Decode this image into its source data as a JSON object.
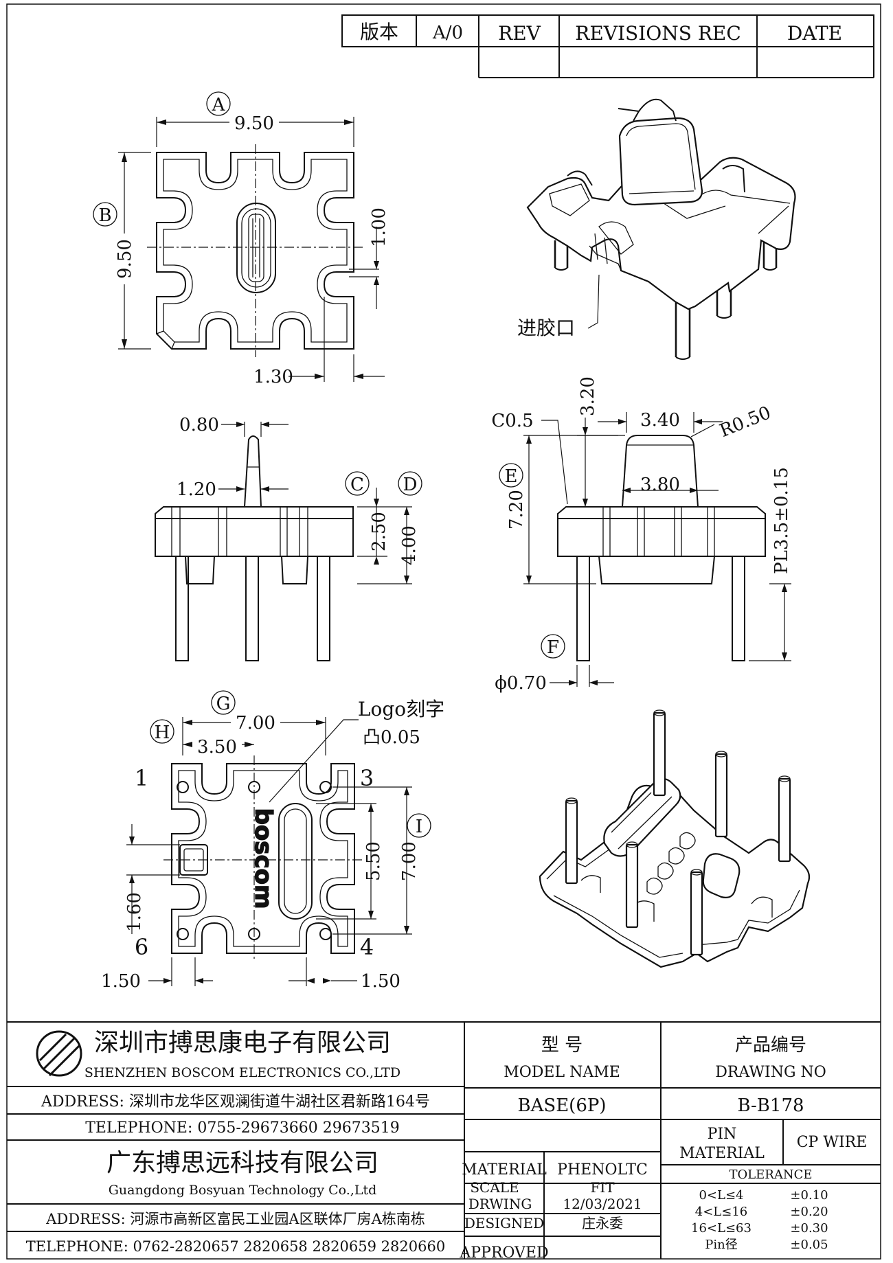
{
  "revision_table": {
    "version_label": "版本",
    "version_value": "A/0",
    "rev_label": "REV",
    "revisions_label": "REVISIONS REC",
    "date_label": "DATE"
  },
  "top_view": {
    "callout_a": "A",
    "callout_b": "B",
    "dim_width": "9.50",
    "dim_height": "9.50",
    "dim_slot": "1.00",
    "dim_offset": "1.30"
  },
  "iso_top": {
    "gate_label": "进胶口"
  },
  "front_view": {
    "dim_pin_tip": "0.80",
    "dim_pin_base": "1.20",
    "callout_c": "C",
    "callout_d": "D",
    "dim_c": "2.50",
    "dim_d": "4.00"
  },
  "side_view": {
    "dim_chamfer": "C0.5",
    "dim_boss_h": "3.20",
    "dim_top_w": "3.40",
    "dim_radius": "R0.50",
    "callout_e": "E",
    "dim_e": "7.20",
    "dim_boss_w": "3.80",
    "dim_pin_len": "PL3.5±0.15",
    "callout_f": "F",
    "dim_pin_dia": "ϕ0.70"
  },
  "bottom_view": {
    "callout_g": "G",
    "callout_h": "H",
    "callout_i": "I",
    "dim_g": "7.00",
    "dim_h": "3.50",
    "logo_note_1": "Logo刻字",
    "logo_note_2": "凸0.05",
    "pin_1": "1",
    "pin_3": "3",
    "pin_4": "4",
    "pin_6": "6",
    "dim_inner_h": "5.50",
    "dim_i": "7.00",
    "dim_left": "1.60",
    "dim_bl": "1.50",
    "dim_br": "1.50",
    "logo_text": "boscom"
  },
  "title_block": {
    "company_cn": "深圳市搏思康电子有限公司",
    "company_en": "SHENZHEN BOSCOM ELECTRONICS CO.,LTD",
    "address1": "ADDRESS: 深圳市龙华区观澜街道牛湖社区君新路164号",
    "telephone1": "TELEPHONE: 0755-29673660 29673519",
    "company2_cn": "广东搏思远科技有限公司",
    "company2_en": "Guangdong Bosyuan Technology Co.,Ltd",
    "address2": "ADDRESS: 河源市高新区富民工业园A区联体厂房A栋南栋",
    "telephone2": "TELEPHONE: 0762-2820657 2820658 2820659 2820660",
    "model_cn": "型    号",
    "model_en": "MODEL NAME",
    "model_value": "BASE(6P)",
    "drawing_cn": "产品编号",
    "drawing_en": "DRAWING NO",
    "drawing_value": "B-B178",
    "material_label": "MATERIAL",
    "material_value": "PHENOLTC",
    "pin_material_1": "PIN",
    "pin_material_2": "MATERIAL",
    "pin_material_value": "CP WIRE",
    "scale_label": "SCALE",
    "scale_value": "FIT",
    "drawing_label": "DRWING",
    "drawing_date": "12/03/2021",
    "designed_label": "DESIGNED",
    "designed_value": "庄永委",
    "approved_label": "APPROVED",
    "tolerance_label": "TOLERANCE",
    "tol_1_range": "0<L≤4",
    "tol_1_value": "±0.10",
    "tol_2_range": "4<L≤16",
    "tol_2_value": "±0.20",
    "tol_3_range": "16<L≤63",
    "tol_3_value": "±0.30",
    "tol_4_range": "Pin径",
    "tol_4_value": "±0.05"
  }
}
